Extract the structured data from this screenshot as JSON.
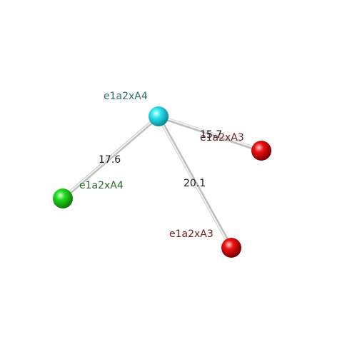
{
  "colors": {
    "background": "#ffffff",
    "node_cyan": "#00e0f0",
    "node_green": "#10d010",
    "node_red": "#e80000",
    "label_cyan": "#2f6f6f",
    "label_green": "#2a6a2a",
    "label_red": "#6a2020",
    "bond": "#d8d8d8"
  },
  "nodes": {
    "center": {
      "label": "e1a2xA4",
      "color": "cyan"
    },
    "left": {
      "label": "e1a2xA4",
      "color": "green"
    },
    "right": {
      "label": "e1a2xA3",
      "color": "red"
    },
    "bottom": {
      "label": "e1a2xA3",
      "color": "red"
    }
  },
  "edges": {
    "center_left": {
      "distance": "17.6"
    },
    "center_right": {
      "distance": "15.7"
    },
    "center_bottom": {
      "distance": "20.1"
    }
  }
}
